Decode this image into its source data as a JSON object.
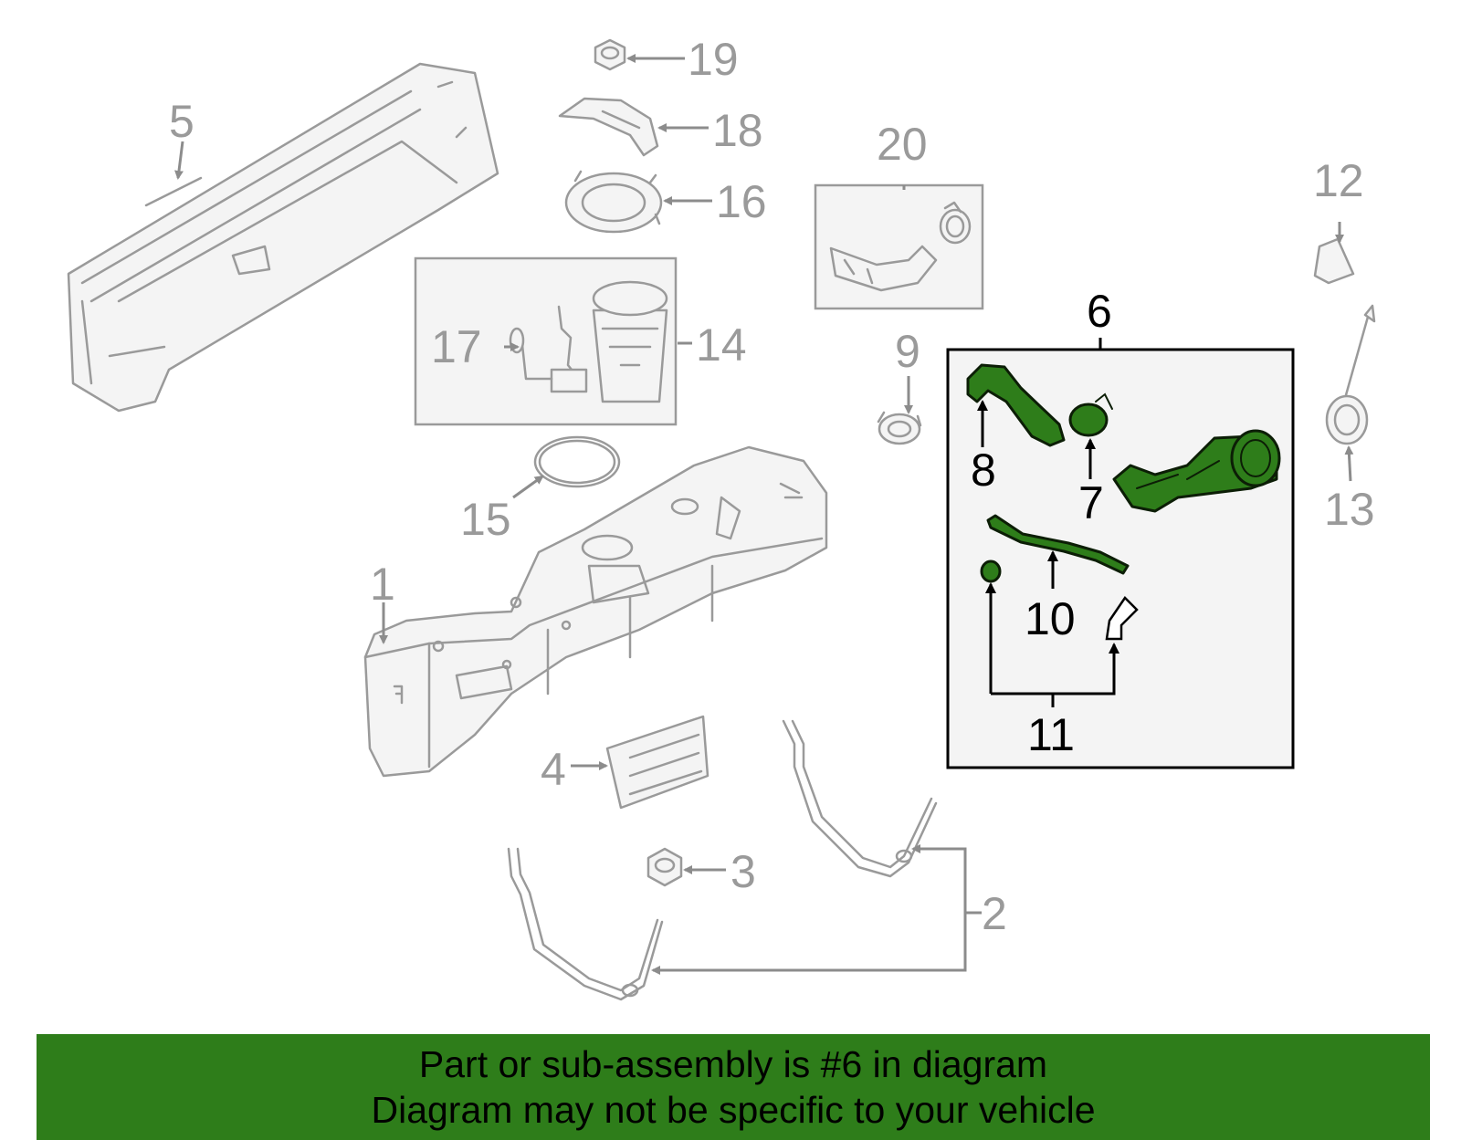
{
  "callouts": {
    "c1": "1",
    "c2": "2",
    "c3": "3",
    "c4": "4",
    "c5": "5",
    "c6": "6",
    "c7": "7",
    "c8": "8",
    "c9": "9",
    "c10": "10",
    "c11": "11",
    "c12": "12",
    "c13": "13",
    "c14": "14",
    "c15": "15",
    "c16": "16",
    "c17": "17",
    "c18": "18",
    "c19": "19",
    "c20": "20"
  },
  "highlight": {
    "part_number": "6",
    "fill_color": "#2e7d1a",
    "neutral_part_color": "#9a9a9a"
  },
  "banner": {
    "line1": "Part or sub-assembly is #6 in diagram",
    "line2": "Diagram may not be specific to your vehicle",
    "background": "#2e7d1a"
  }
}
